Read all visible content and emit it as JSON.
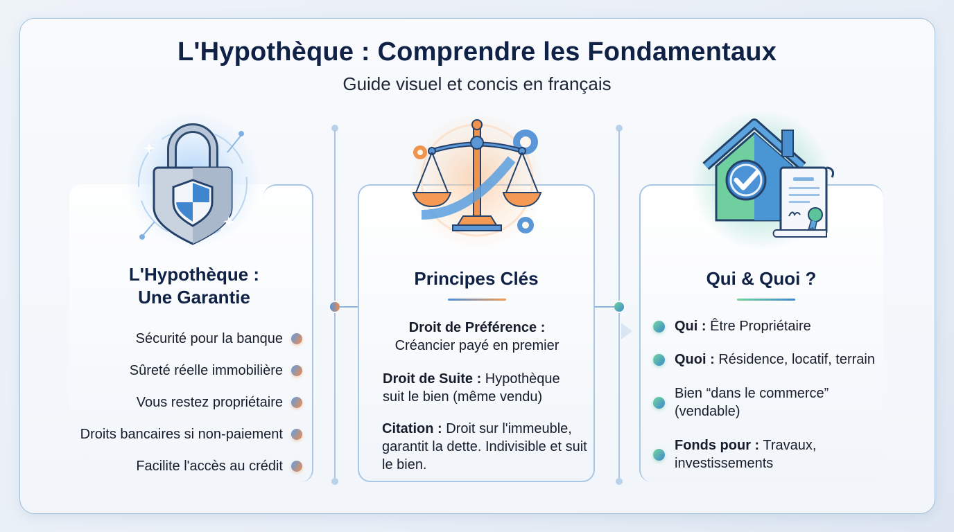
{
  "header": {
    "title": "L'Hypothèque : Comprendre les Fondamentaux",
    "subtitle": "Guide visuel et concis en français"
  },
  "colors": {
    "title": "#0f2145",
    "frame_border": "#9ebedb",
    "accent_blue": "#4a90d9",
    "accent_orange": "#f29a52",
    "accent_green": "#72d49a"
  },
  "sections": [
    {
      "icon": "padlock-shield-icon",
      "title_line1": "L'Hypothèque :",
      "title_line2": "Une Garantie",
      "items": [
        "Sécurité pour la banque",
        "Sûreté réelle immobilière",
        "Vous restez propriétaire",
        "Droits bancaires si non-paiement",
        "Facilite l'accès au crédit"
      ]
    },
    {
      "icon": "scales-justice-icon",
      "title": "Principes Clés",
      "blocks": [
        {
          "label": "Droit de Préférence :",
          "text": "Créancier payé en premier"
        },
        {
          "label": "Droit de Suite :",
          "text": "Hypothèque suit le bien (même vendu)"
        },
        {
          "label": "Citation :",
          "text": "Droit sur l'immeuble, garantit la dette. Indivisible et suit le bien."
        }
      ]
    },
    {
      "icon": "house-certificate-icon",
      "title": "Qui & Quoi ?",
      "items": [
        {
          "label": "Qui :",
          "text": "Être Propriétaire"
        },
        {
          "label": "Quoi :",
          "text": "Résidence, locatif, terrain"
        },
        {
          "label": "",
          "text": "Bien “dans le commerce” (vendable)"
        },
        {
          "label": "Fonds pour :",
          "text": "Travaux, investissements"
        }
      ]
    }
  ]
}
